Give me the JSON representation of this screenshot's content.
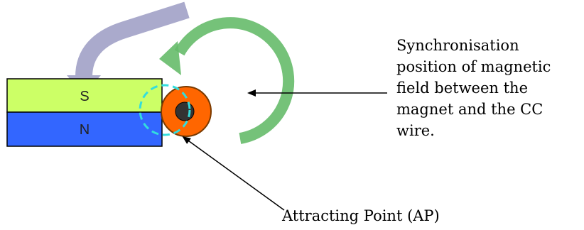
{
  "diagram": {
    "magnet": {
      "south_label": "S",
      "north_label": "N",
      "south_color": "#ccff66",
      "north_color": "#3366ff"
    },
    "wire": {
      "outer_color": "#ff6600",
      "core_color": "#333333"
    },
    "field_circle_color": "#66bb6a",
    "sync_circle_color": "#33dddd",
    "incoming_arrow_color": "#aaaacc",
    "sync_label": {
      "lines": [
        "Synchronisation",
        "position of magnetic",
        "field between the",
        "magnet and the CC",
        "wire."
      ]
    },
    "ap_label": "Attracting Point (AP)"
  }
}
